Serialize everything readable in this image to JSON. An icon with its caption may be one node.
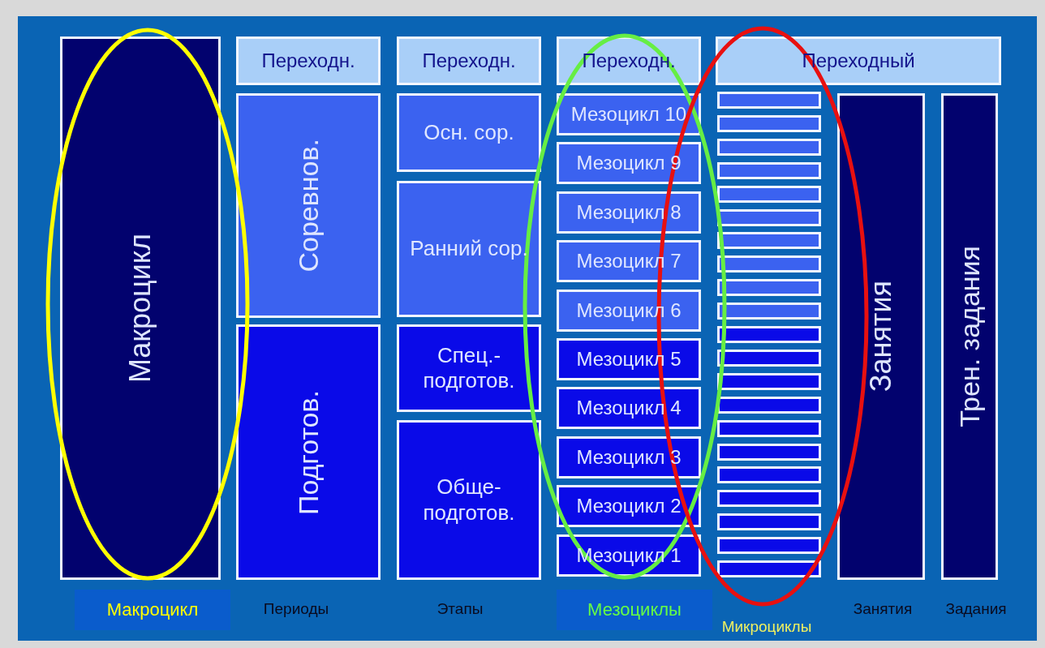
{
  "diagram": {
    "nodes": [
      {
        "text": [
          "Макроцикл"
        ]
      },
      {
        "text": [
          "Переходн."
        ]
      },
      {
        "text": [
          "Соревнов."
        ]
      },
      {
        "text": [
          "Подготов."
        ]
      },
      {
        "text": [
          "Переходн."
        ]
      },
      {
        "text": [
          "Осн. сор."
        ]
      },
      {
        "text": [
          "Ранний сор."
        ]
      },
      {
        "text": [
          "Спец.- подготов."
        ]
      },
      {
        "text": [
          "Обще- подготов."
        ]
      },
      {
        "text": [
          "Переходн."
        ]
      },
      {
        "text": [
          "Мезоцикл 10"
        ]
      },
      {
        "text": [
          "Мезоцикл 9"
        ]
      },
      {
        "text": [
          "Мезоцикл 8"
        ]
      },
      {
        "text": [
          "Мезоцикл 7"
        ]
      },
      {
        "text": [
          "Мезоцикл 6"
        ]
      },
      {
        "text": [
          "Мезоцикл 5"
        ]
      },
      {
        "text": [
          "Мезоцикл 4"
        ]
      },
      {
        "text": [
          "Мезоцикл 3"
        ]
      },
      {
        "text": [
          "Мезоцикл 2"
        ]
      },
      {
        "text": [
          "Мезоцикл 1"
        ]
      },
      {
        "text": [
          "Переходный"
        ]
      },
      {
        "text": [],
        "shape": "bar"
      },
      {
        "text": [],
        "shape": "bar"
      },
      {
        "text": [],
        "shape": "bar"
      },
      {
        "text": [],
        "shape": "bar"
      },
      {
        "text": [],
        "shape": "bar"
      },
      {
        "text": [],
        "shape": "bar"
      },
      {
        "text": [],
        "shape": "bar"
      },
      {
        "text": [],
        "shape": "bar"
      },
      {
        "text": [],
        "shape": "bar"
      },
      {
        "text": [],
        "shape": "bar"
      },
      {
        "text": [],
        "shape": "bar"
      },
      {
        "text": [],
        "shape": "bar"
      },
      {
        "text": [],
        "shape": "bar"
      },
      {
        "text": [],
        "shape": "bar"
      },
      {
        "text": [],
        "shape": "bar"
      },
      {
        "text": [],
        "shape": "bar"
      },
      {
        "text": [],
        "shape": "bar"
      },
      {
        "text": [],
        "shape": "bar"
      },
      {
        "text": [],
        "shape": "bar"
      },
      {
        "text": [],
        "shape": "bar"
      },
      {
        "text": [],
        "shape": "bar"
      },
      {
        "text": [
          "Занятия"
        ]
      },
      {
        "text": [
          "Трен. задания"
        ]
      },
      {
        "text": [
          "Макроцикл"
        ]
      },
      {
        "text": [
          "Мезоциклы"
        ]
      }
    ],
    "edges": [],
    "labels": [
      "Периоды",
      "Этапы",
      "Микроциклы",
      "Занятия",
      "Задания"
    ]
  }
}
